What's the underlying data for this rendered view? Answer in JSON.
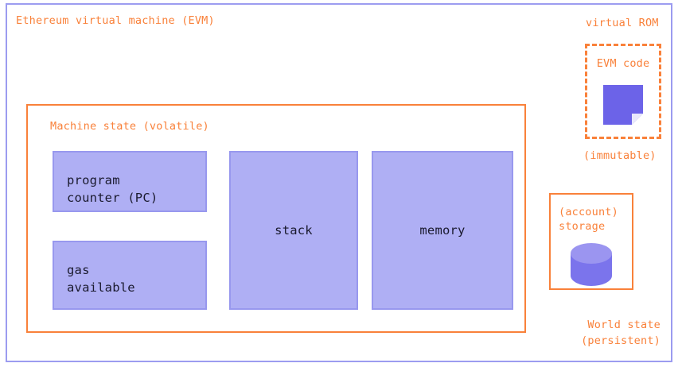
{
  "diagram": {
    "title": "Ethereum virtual machine (EVM)",
    "machine_state": {
      "title": "Machine state (volatile)",
      "components": [
        {
          "id": "program-counter",
          "label": "program\ncounter (PC)"
        },
        {
          "id": "gas-available",
          "label": "gas\navailable"
        },
        {
          "id": "stack",
          "label": "stack"
        },
        {
          "id": "memory",
          "label": "memory"
        }
      ]
    },
    "virtual_rom": {
      "heading": "virtual ROM",
      "inner_label": "EVM code",
      "footnote": "(immutable)",
      "icon": "document-icon"
    },
    "account_storage": {
      "label": "(account)\nstorage",
      "icon": "database-cylinder-icon"
    },
    "world_state": {
      "label": "World state\n(persistent)"
    },
    "colors": {
      "orange": "#F9813A",
      "periwinkle_border": "#9C9CF0",
      "box_fill": "#AFAFF4",
      "box_border": "#9898EE",
      "icon_purple": "#6C63E8",
      "icon_purple_light": "#9B95F0",
      "background": "#FFFFFF",
      "text_dark": "#1A1A2E"
    }
  }
}
